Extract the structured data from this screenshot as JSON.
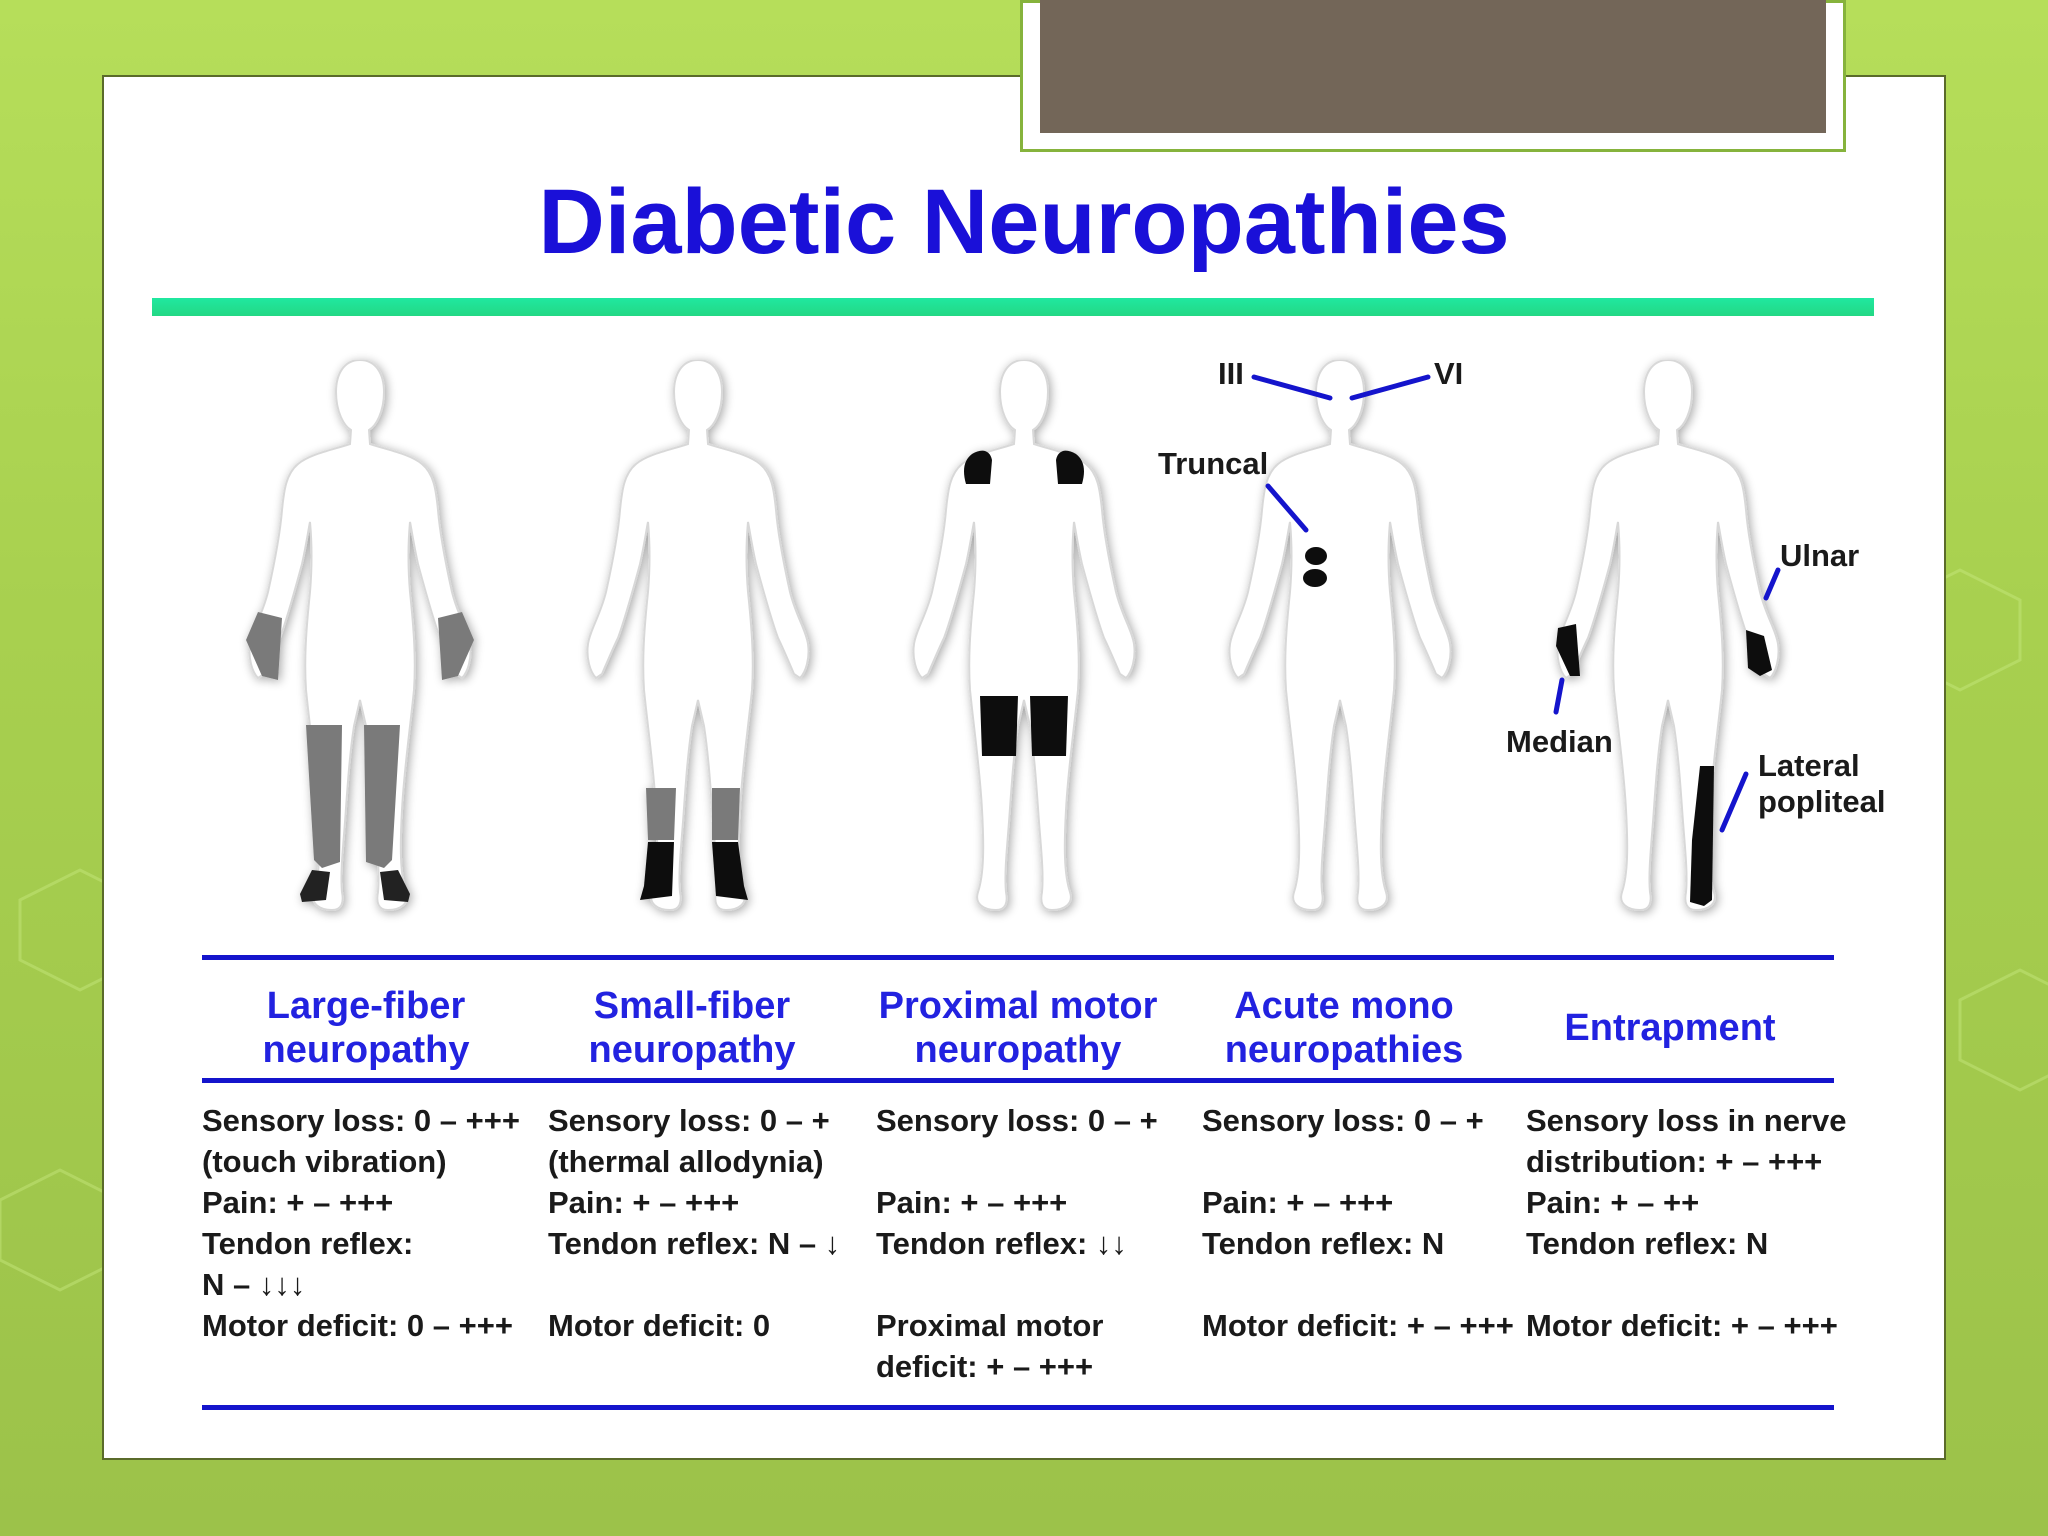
{
  "title": "Diabetic Neuropathies",
  "colors": {
    "title_blue": "#1a10d8",
    "rule_blue": "#1414cc",
    "rule_green": "#23d884",
    "affected_gray": "#7a7a7a",
    "affected_black": "#111111",
    "background_green": "#a8d04f",
    "title_box_brown": "#736658"
  },
  "annotations": {
    "cn_three": "III",
    "cn_six": "VI",
    "truncal": "Truncal",
    "ulnar": "Ulnar",
    "median": "Median",
    "lateral": "Lateral",
    "popliteal": "popliteal"
  },
  "columns": [
    {
      "header": [
        "Large-fiber",
        "neuropathy"
      ],
      "lines": [
        "Sensory loss: 0 – +++",
        "(touch vibration)",
        "Pain: + – +++",
        "Tendon reflex:",
        "N – ↓↓↓",
        "Motor deficit: 0 – +++"
      ]
    },
    {
      "header": [
        "Small-fiber",
        "neuropathy"
      ],
      "lines": [
        "Sensory loss: 0 – +",
        "(thermal allodynia)",
        "Pain: + – +++",
        "Tendon reflex: N – ↓",
        "",
        "Motor deficit: 0"
      ]
    },
    {
      "header": [
        "Proximal motor",
        "neuropathy"
      ],
      "lines": [
        "Sensory loss: 0 – +",
        "",
        "Pain: + – +++",
        "Tendon reflex: ↓↓",
        "",
        "Proximal motor",
        "deficit: + – +++"
      ]
    },
    {
      "header": [
        "Acute mono",
        "neuropathies"
      ],
      "lines": [
        "Sensory loss: 0 – +",
        "",
        "Pain: + – +++",
        "Tendon reflex: N",
        "",
        "Motor deficit: + – +++"
      ]
    },
    {
      "header": [
        "Entrapment"
      ],
      "lines": [
        "Sensory loss in nerve",
        "distribution: + – +++",
        "Pain: + – ++",
        "Tendon reflex: N",
        "",
        "Motor deficit: + – +++"
      ]
    }
  ]
}
